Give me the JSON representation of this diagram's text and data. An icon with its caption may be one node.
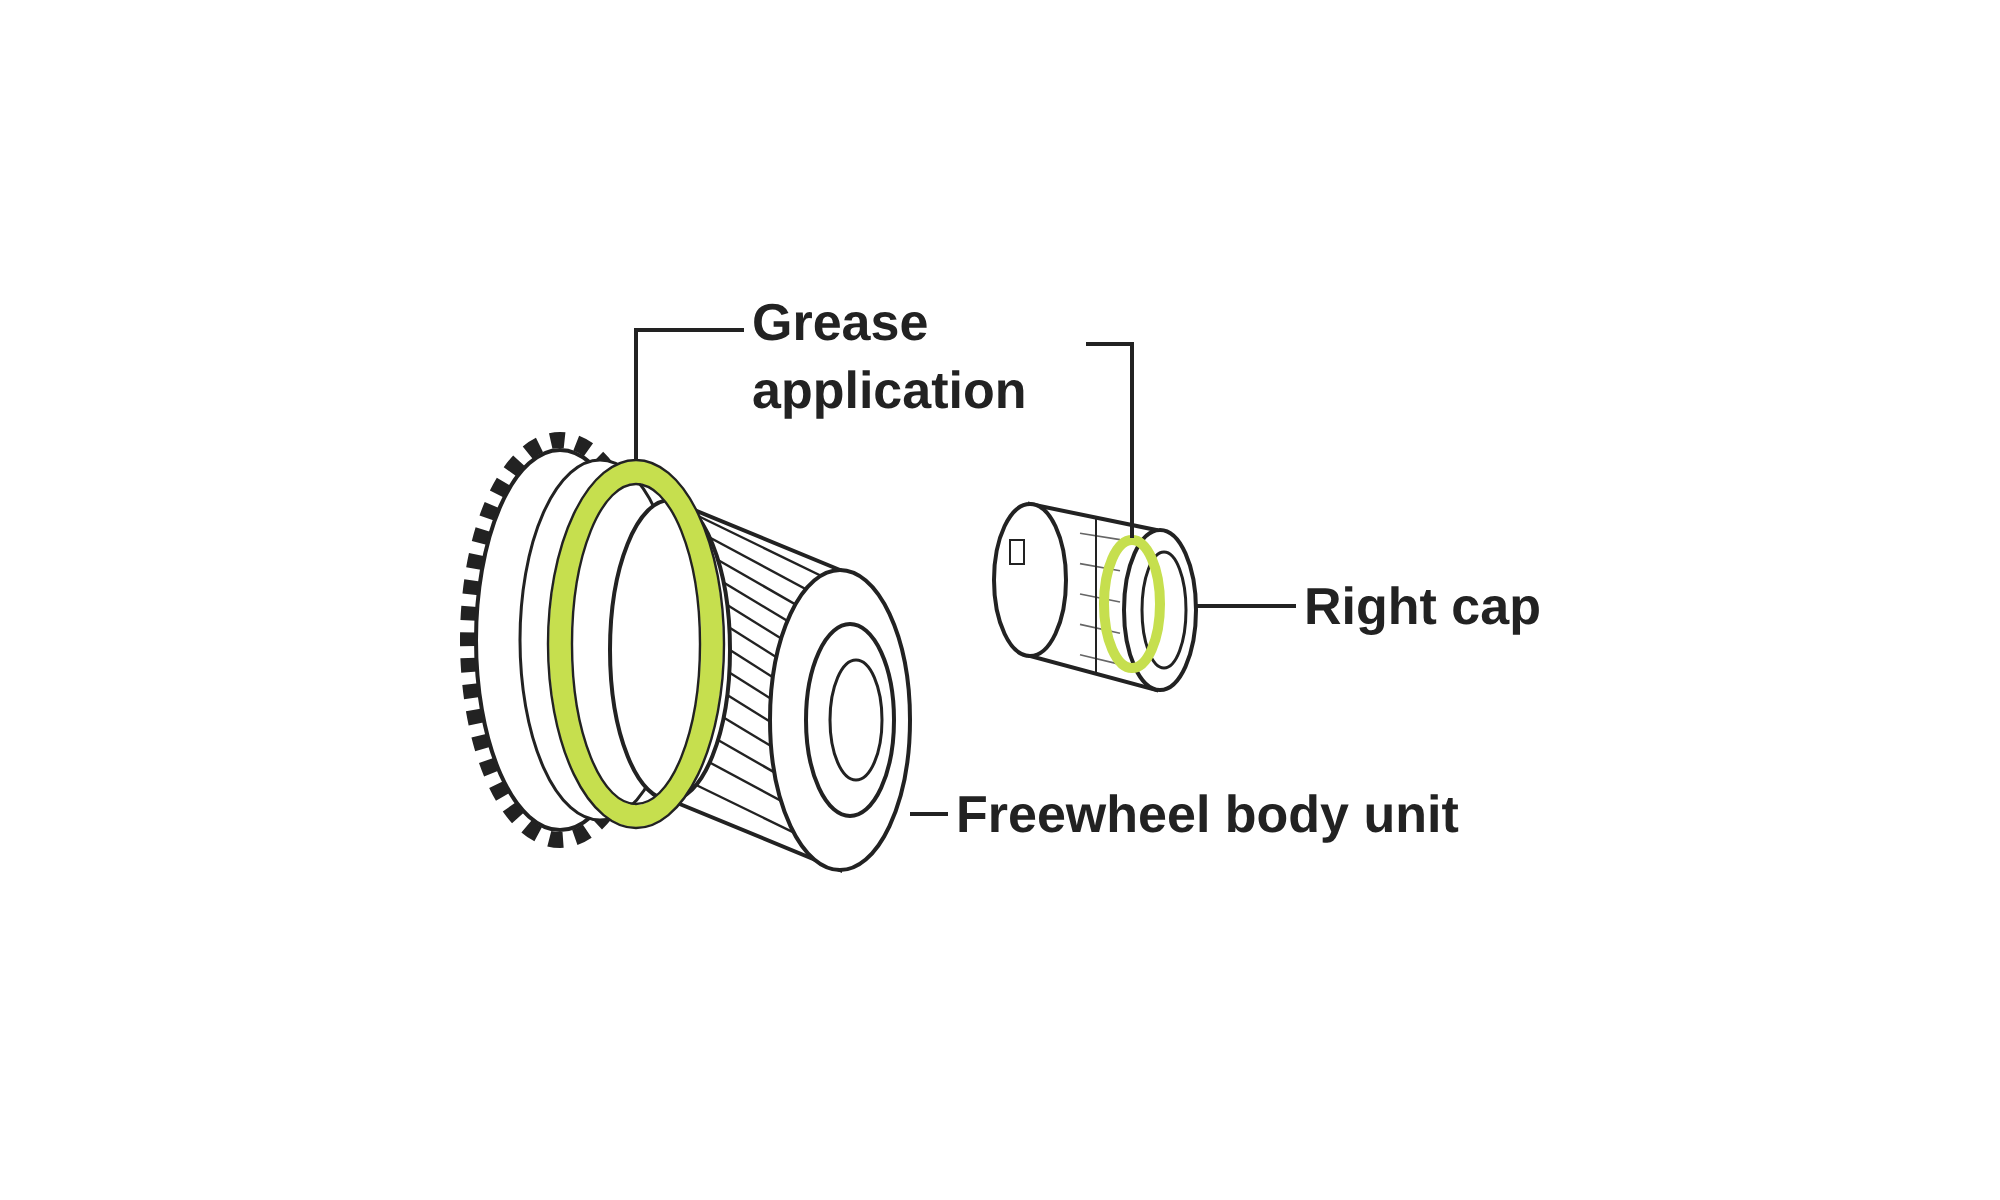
{
  "diagram": {
    "nodes": [
      {
        "text": [
          "Grease application"
        ]
      },
      {
        "text": [],
        "shape": "circle",
        "in": 6
      },
      {
        "text": [],
        "shape": "circle",
        "in": 4
      },
      {
        "text": [
          "Right cap"
        ]
      },
      {
        "text": [],
        "shape": "picture"
      },
      {
        "text": [
          "Freewheel body unit"
        ]
      },
      {
        "text": [],
        "shape": "picture"
      }
    ],
    "edges": [
      {
        "from": 0,
        "to": 1,
        "arrow": "none"
      },
      {
        "from": 0,
        "to": 2,
        "arrow": "none"
      },
      {
        "from": 3,
        "to": 4,
        "arrow": "none"
      },
      {
        "from": 5,
        "to": 6,
        "arrow": "none"
      }
    ]
  }
}
